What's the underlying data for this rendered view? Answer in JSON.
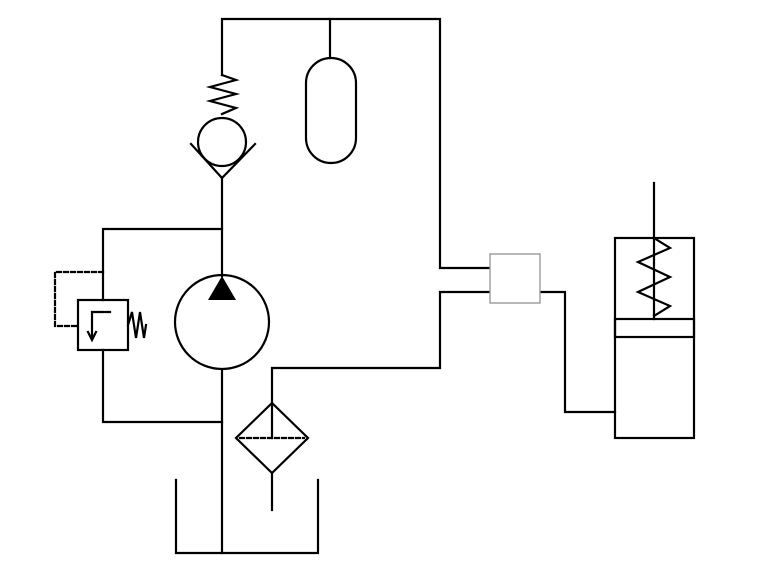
{
  "diagram": {
    "kind": "hydraulic-schematic",
    "components": [
      "reservoir-tank",
      "hydraulic-pump",
      "pressure-relief-valve",
      "spring-loaded-check-valve",
      "accumulator",
      "filter",
      "valve-block",
      "spring-return-cylinder"
    ]
  },
  "colors": {
    "line": "#000000",
    "background": "#ffffff",
    "valve_block_border": "#9a9a9a"
  }
}
